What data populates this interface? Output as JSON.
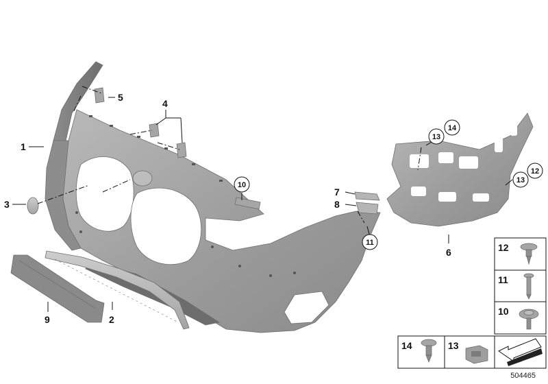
{
  "callouts": {
    "c1": "1",
    "c2": "2",
    "c3": "3",
    "c4": "4",
    "c5": "5",
    "c6": "6",
    "c7": "7",
    "c8": "8",
    "c9": "9",
    "c10": "10",
    "c11": "11",
    "c12": "12",
    "c13a": "13",
    "c13b": "13",
    "c14": "14"
  },
  "legend": {
    "l12": "12",
    "l11": "11",
    "l10": "10",
    "l14": "14",
    "l13": "13"
  },
  "reference_id": "504465",
  "colors": {
    "part_fill": "#a9a9a9",
    "part_dark": "#7d7d7d",
    "part_light": "#c4c4c4",
    "line": "#111111"
  }
}
